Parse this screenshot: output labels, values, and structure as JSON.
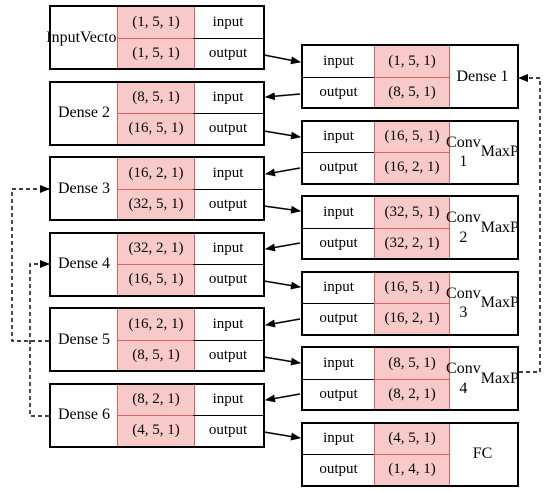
{
  "diagram": {
    "left_blocks": [
      {
        "name_lines": [
          "Input",
          "Vector"
        ],
        "input": "(1, 5, 1)",
        "output": "(1, 5, 1)"
      },
      {
        "name_lines": [
          "Dense 2"
        ],
        "input": "(8, 5, 1)",
        "output": "(16, 5, 1)"
      },
      {
        "name_lines": [
          "Dense 3"
        ],
        "input": "(16, 2, 1)",
        "output": "(32, 5, 1)"
      },
      {
        "name_lines": [
          "Dense 4"
        ],
        "input": "(32, 2, 1)",
        "output": "(16, 5, 1)"
      },
      {
        "name_lines": [
          "Dense 5"
        ],
        "input": "(16, 2, 1)",
        "output": "(8, 5, 1)"
      },
      {
        "name_lines": [
          "Dense 6"
        ],
        "input": "(8, 2, 1)",
        "output": "(4, 5, 1)"
      }
    ],
    "right_blocks": [
      {
        "name_lines": [
          "Dense 1"
        ],
        "input": "(1, 5, 1)",
        "output": "(8, 5, 1)"
      },
      {
        "name_lines": [
          "Conv 1",
          "MaxP"
        ],
        "input": "(16, 5, 1)",
        "output": "(16, 2, 1)"
      },
      {
        "name_lines": [
          "Conv 2",
          "MaxP"
        ],
        "input": "(32, 5, 1)",
        "output": "(32, 2, 1)"
      },
      {
        "name_lines": [
          "Conv 3",
          "MaxP"
        ],
        "input": "(16, 5, 1)",
        "output": "(16, 2, 1)"
      },
      {
        "name_lines": [
          "Conv 4",
          "MaxP"
        ],
        "input": "(8, 5, 1)",
        "output": "(8, 2, 1)"
      },
      {
        "name_lines": [
          "FC"
        ],
        "input": "(4, 5, 1)",
        "output": "(1, 4, 1)"
      }
    ],
    "input_label": "input",
    "output_label": "output",
    "shape_color": "#f7c9c9"
  }
}
